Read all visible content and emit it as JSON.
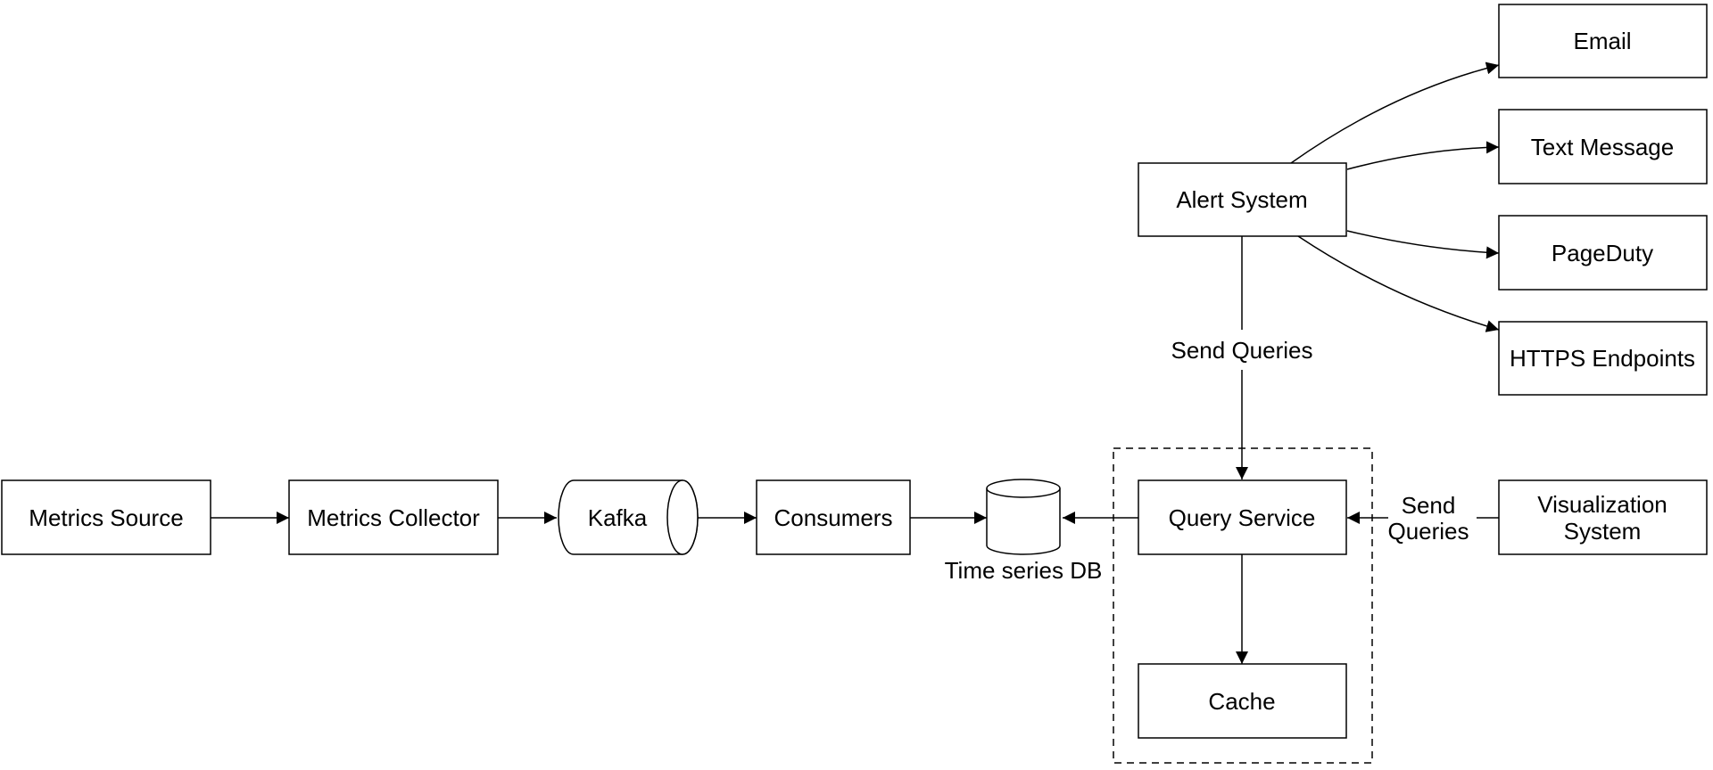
{
  "nodes": {
    "metrics_source": "Metrics Source",
    "metrics_collector": "Metrics Collector",
    "kafka": "Kafka",
    "consumers": "Consumers",
    "time_series_db": "Time series DB",
    "query_service": "Query Service",
    "cache": "Cache",
    "alert_system": "Alert System",
    "visualization_system_line1": "Visualization",
    "visualization_system_line2": "System",
    "email": "Email",
    "text_message": "Text Message",
    "pageduty": "PageDuty",
    "https_endpoints": "HTTPS Endpoints"
  },
  "edges": {
    "alert_to_query_label": "Send Queries",
    "visualization_to_query_label_line1": "Send",
    "visualization_to_query_label_line2": "Queries"
  }
}
